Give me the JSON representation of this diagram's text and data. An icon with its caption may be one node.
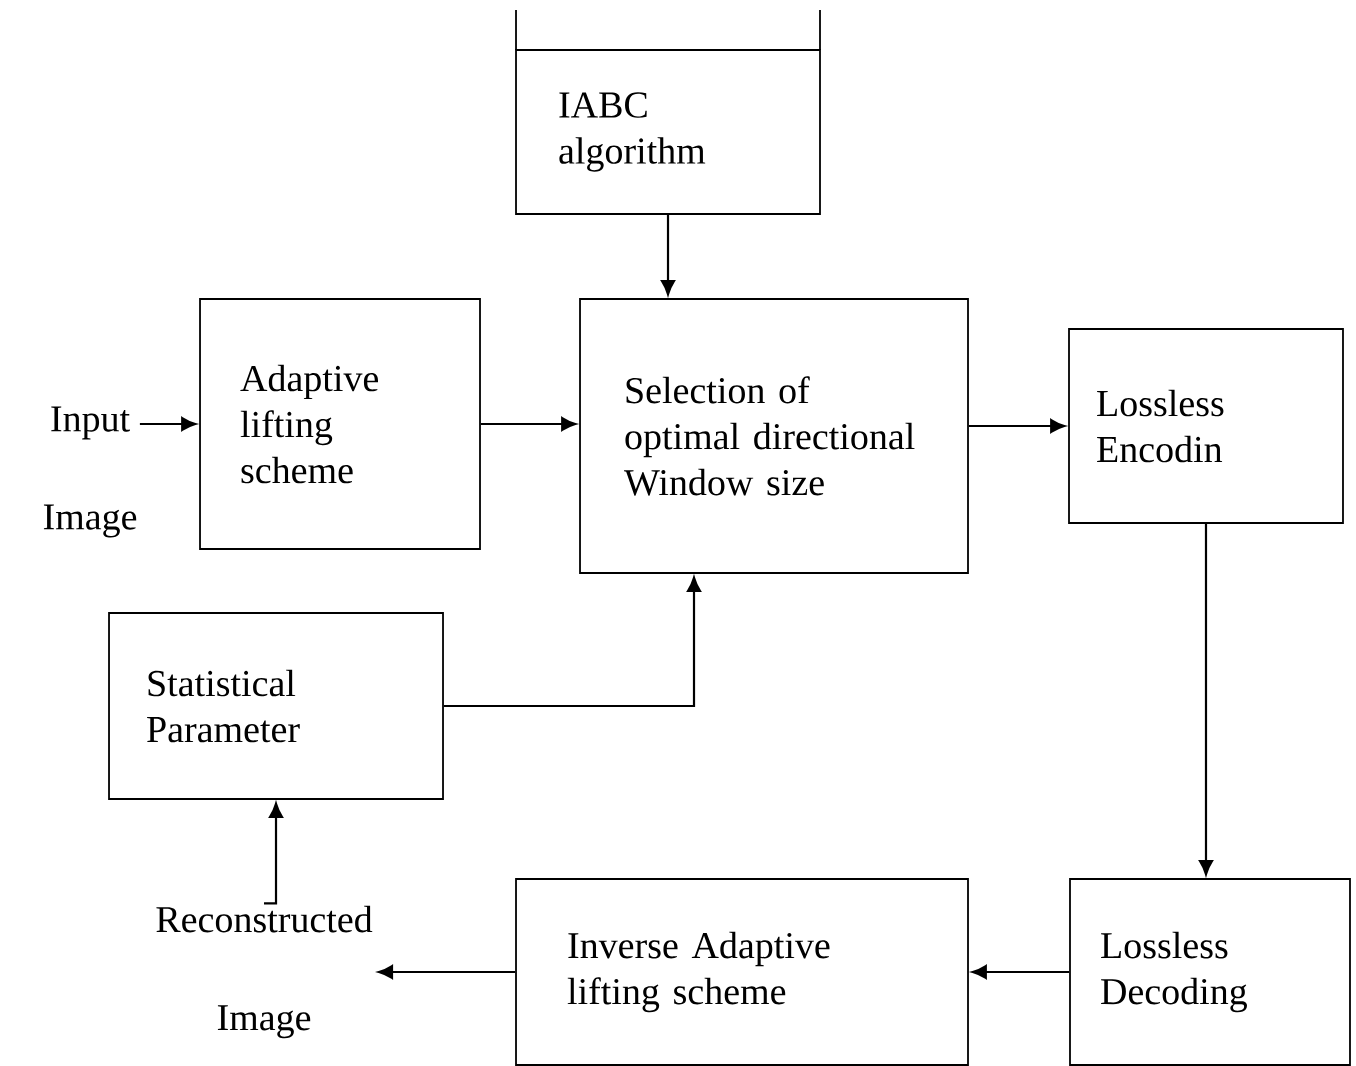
{
  "diagram": {
    "nodes": [
      {
        "text": [
          "IABC algorithm"
        ]
      },
      {
        "text": [
          "Input",
          "Image"
        ]
      },
      {
        "text": [
          "Adaptive lifting scheme"
        ]
      },
      {
        "text": [
          "Selection of optimal directional Window size"
        ]
      },
      {
        "text": [
          "Lossless Encodin"
        ]
      },
      {
        "text": [
          "Statistical Parameter"
        ]
      },
      {
        "text": [
          "Reconstructed",
          "Image"
        ]
      },
      {
        "text": [
          "Inverse Adaptive lifting scheme"
        ]
      },
      {
        "text": [
          "Lossless Decoding"
        ]
      }
    ],
    "edges": [
      {
        "from": 1,
        "to": 2,
        "arrow": "to"
      },
      {
        "from": 0,
        "to": 3,
        "arrow": "to"
      },
      {
        "from": 2,
        "to": 3,
        "arrow": "to"
      },
      {
        "from": 3,
        "to": 4,
        "arrow": "to"
      },
      {
        "from": 5,
        "to": 3,
        "arrow": "to"
      },
      {
        "from": 4,
        "to": 8,
        "arrow": "to"
      },
      {
        "from": 8,
        "to": 7,
        "arrow": "to"
      },
      {
        "from": 7,
        "to": 6,
        "arrow": "to"
      },
      {
        "from": 6,
        "to": 5,
        "arrow": "to"
      }
    ]
  }
}
